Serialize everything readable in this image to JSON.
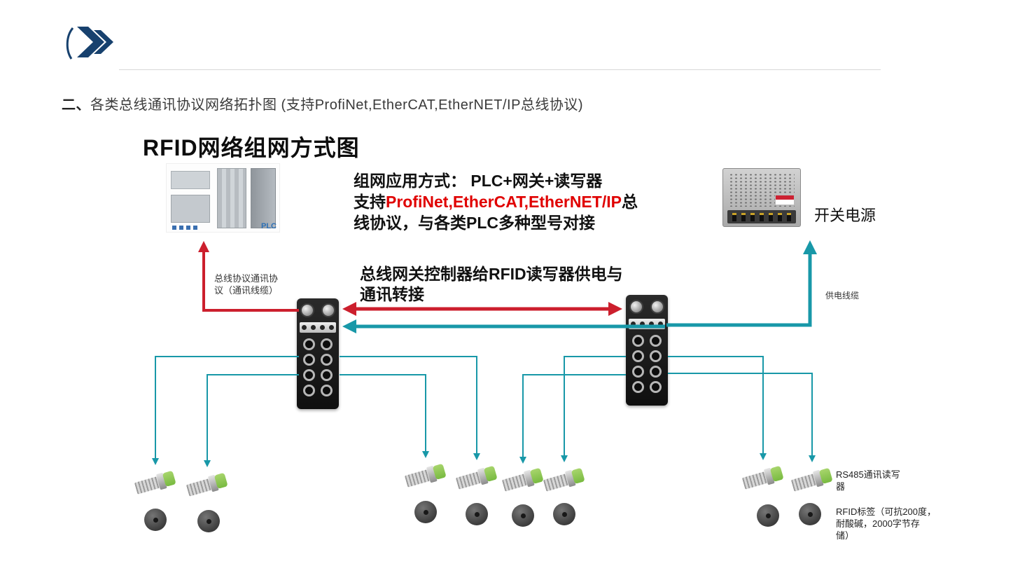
{
  "header": {
    "heading_prefix": "二、",
    "heading_text": "各类总线通讯协议网络拓扑图 (支持ProfiNet,EtherCAT,EtherNET/IP总线协议)"
  },
  "diagram": {
    "title": "RFID网络组网方式图",
    "plc_label": "PLC",
    "app_line1": "组网应用方式：  PLC+网关+读写器",
    "app_line2_prefix": "支持",
    "app_line2_red": "ProfiNet,EtherCAT,EtherNET/IP",
    "app_line2_suffix": "总",
    "app_line3": "线协议，与各类PLC多种型号对接",
    "power_supply_label": "开关电源",
    "bus_protocol_label": "总线协议通讯协\n议（通讯线缆）",
    "gateway_text": "总线网关控制器给RFID读写器供电与\n通讯转接",
    "power_cable_label": "供电线缆",
    "rs485_label": "RS485通讯读写\n器",
    "rfid_tag_label": "RFID标签（可抗200度，\n耐酸碱，2000字节存\n储）",
    "colors": {
      "red_arrow": "#cc1f2d",
      "teal_arrow": "#1898a8",
      "logo_blue": "#17416e",
      "plc_text": "#2c6fb5",
      "highlight_red": "#e00000"
    }
  }
}
